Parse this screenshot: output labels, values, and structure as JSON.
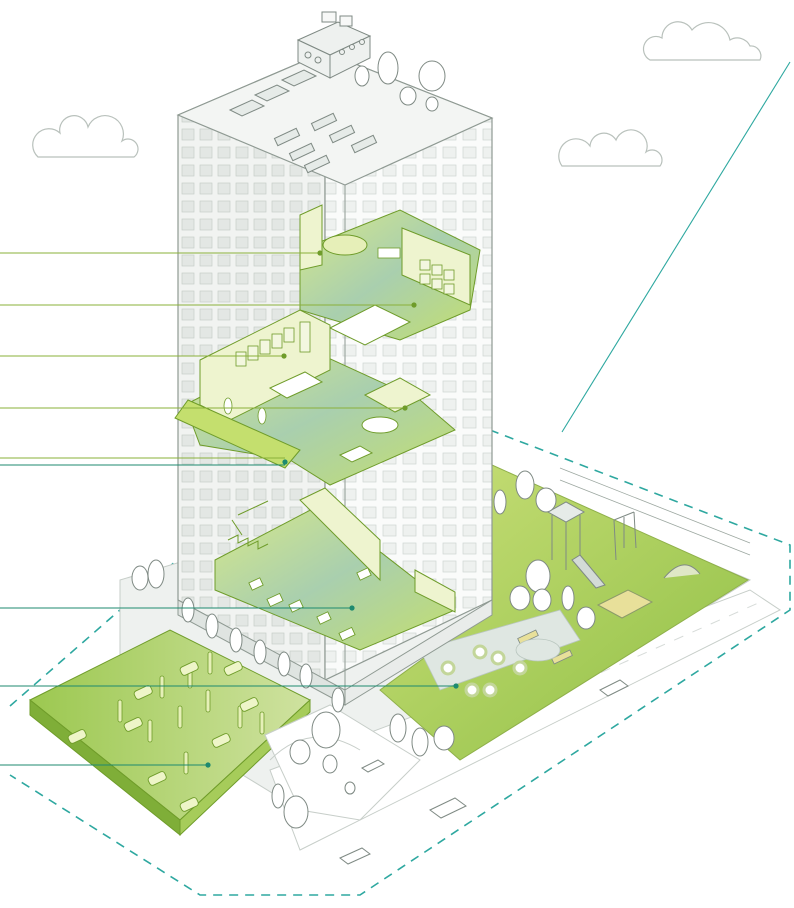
{
  "diagram": {
    "description_free": true,
    "colors": {
      "background": "#ffffff",
      "outline": "#8f9a93",
      "facade_light": "#f1f3f1",
      "facade_shade": "#e2e6e3",
      "window": "#d9dedb",
      "green_light": "#e6efb8",
      "green_mid": "#c8dc7a",
      "green_accent": "#9bc23c",
      "green_deep": "#6f9c2a",
      "teal_floor": "#8fc3b4",
      "teal_line": "#2ea8a0",
      "leader_line": "#8ab03a",
      "leader_line_dark": "#1d8a6f",
      "tree_fill": "#ffffff",
      "ground_grey": "#dfe4e1",
      "cloud_stroke": "#b9c1bc"
    },
    "callouts": [
      {
        "id": "bathroom"
      },
      {
        "id": "bedroom"
      },
      {
        "id": "kitchen"
      },
      {
        "id": "living-room"
      },
      {
        "id": "balcony"
      },
      {
        "id": "lobby"
      },
      {
        "id": "courtyard"
      },
      {
        "id": "parking"
      }
    ]
  }
}
